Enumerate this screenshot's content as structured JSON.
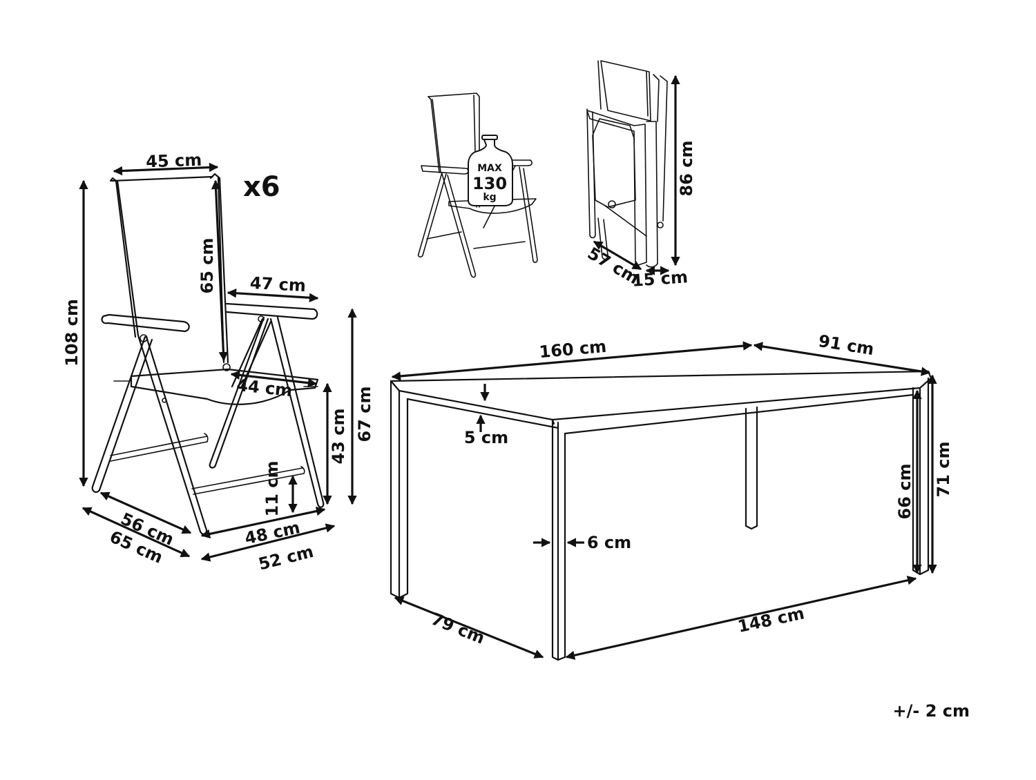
{
  "chair": {
    "multiplier": "x6",
    "dims": {
      "back_width": "45 cm",
      "height_total": "108 cm",
      "backrest_height": "65 cm",
      "armrest_length": "47 cm",
      "seat_depth": "44 cm",
      "height_armrest": "67 cm",
      "seat_height": "43 cm",
      "footrest_height": "11 cm",
      "depth_inner": "56 cm",
      "depth_outer": "65 cm",
      "width_inner": "48 cm",
      "width_outer": "52 cm"
    }
  },
  "load": {
    "max_label": "MAX",
    "value": "130",
    "unit": "kg"
  },
  "folded": {
    "height": "86 cm",
    "depth": "57 cm",
    "thickness": "15 cm"
  },
  "table": {
    "length": "160 cm",
    "width": "91 cm",
    "top_thickness": "5 cm",
    "leg_width": "6 cm",
    "height": "71 cm",
    "clearance_height": "66 cm",
    "inner_width": "79 cm",
    "inner_length": "148 cm"
  },
  "tolerance": "+/- 2 cm"
}
